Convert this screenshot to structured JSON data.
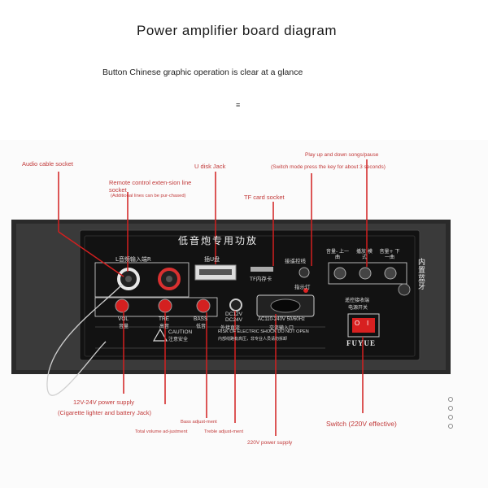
{
  "header": {
    "title": "Power amplifier board diagram",
    "subtitle": "Button Chinese graphic operation is clear at a glance",
    "mark": "≡"
  },
  "callouts": {
    "audio_cable": "Audio cable socket",
    "remote_line": "Remote control exten-sion line socket",
    "remote_note": "(Additional lines can be pur-chased)",
    "udisk": "U disk Jack",
    "tf_card": "TF card socket",
    "play_updown": "Play up and down songs/pause",
    "switch_mode": "(Switch mode press the key for about 3 seconds)",
    "power_supply": "12V-24V power supply",
    "cigarette": "(Cigarette lighter and battery Jack)",
    "bass_adj": "Bass adjust-ment",
    "total_volume": "Total volume ad-justment",
    "treble_adj": "Treble adjust-ment",
    "supply_220": "220V power supply",
    "switch_220": "Switch (220V effective)"
  },
  "panel": {
    "title": "低音炮专用功放",
    "audio_in": "L音频输入端R",
    "usb": "插U盘",
    "tf": "TF内存卡",
    "remote_sock": "接遥控线",
    "indicator": "指示灯",
    "vol_minus_prev": "音量- 上一曲",
    "play_mode": "播放 模式",
    "vol_plus_next": "音量+ 下一曲",
    "builtin_bt": "内置蓝牙",
    "vol_label": "VOL",
    "vol_cn": "音量",
    "tre_label": "TRE",
    "tre_cn": "高音",
    "bass_label": "BASS",
    "bass_cn": "低音",
    "dc12": "DC12V",
    "dc24": "DC24V",
    "dc_cn": "外接直流",
    "ac_spec": "AC110-240V 50/60Hz",
    "ac_cn": "交流输入口",
    "remote_recv": "遥控接收端",
    "power_switch": "电源开关",
    "caution": "CAUTION",
    "caution_cn": "注意安全",
    "risk": "RISK OF ELECTRIC SHOCK DO NOT OPEN",
    "risk_cn": "内部线路有高压，非专业人员请勿拆卸",
    "brand": "FUYUE",
    "switch_o": "O",
    "switch_i": "I"
  },
  "colors": {
    "callout_red": "#c23a3a",
    "line_red": "#d21f1f",
    "panel_dark": "#1c1c1c",
    "plate": "#111111"
  }
}
